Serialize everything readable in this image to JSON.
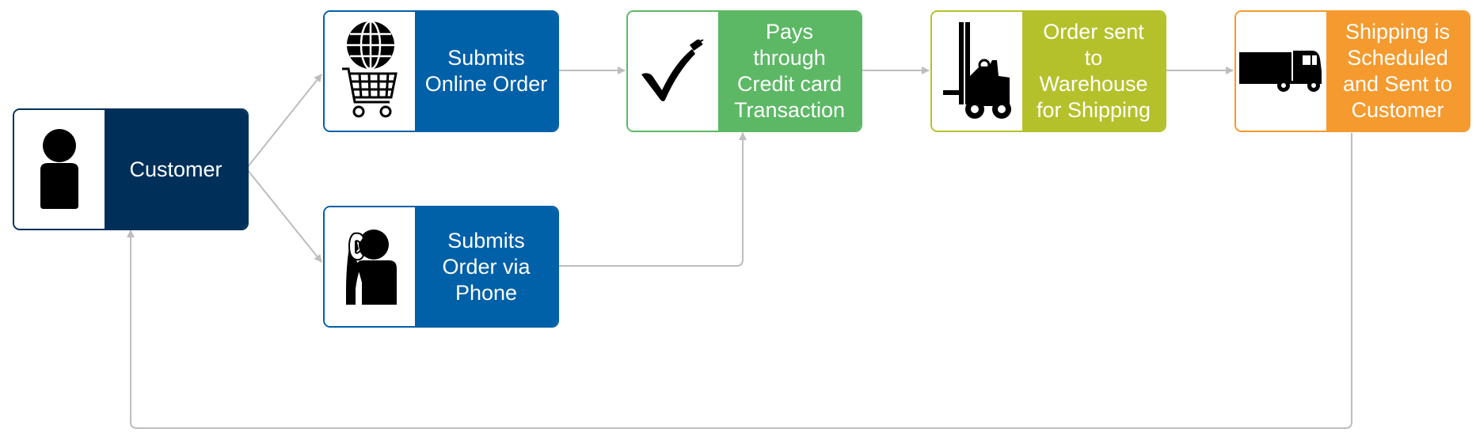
{
  "colors": {
    "navy": "#00305a",
    "blue": "#0060a8",
    "green": "#5cb865",
    "lime": "#b5c12b",
    "orange": "#f59a2e",
    "connector": "#bdbdbd",
    "icon": "#000000"
  },
  "nodes": [
    {
      "id": "customer",
      "label": "Customer",
      "icon": "person-icon",
      "color": "navy"
    },
    {
      "id": "online-order",
      "label": "Submits\nOnline Order",
      "icon": "globe-cart-icon",
      "color": "blue"
    },
    {
      "id": "phone-order",
      "label": "Submits\nOrder via\nPhone",
      "icon": "phone-person-icon",
      "color": "blue"
    },
    {
      "id": "payment",
      "label": "Pays\nthrough\nCredit card\nTransaction",
      "icon": "checkmark-icon",
      "color": "green"
    },
    {
      "id": "warehouse",
      "label": "Order sent\nto\nWarehouse\nfor Shipping",
      "icon": "forklift-icon",
      "color": "lime"
    },
    {
      "id": "shipping",
      "label": "Shipping is\nScheduled\nand Sent to\nCustomer",
      "icon": "truck-icon",
      "color": "orange"
    }
  ],
  "edges": [
    {
      "from": "customer",
      "to": "online-order"
    },
    {
      "from": "customer",
      "to": "phone-order"
    },
    {
      "from": "online-order",
      "to": "payment"
    },
    {
      "from": "phone-order",
      "to": "payment"
    },
    {
      "from": "payment",
      "to": "warehouse"
    },
    {
      "from": "warehouse",
      "to": "shipping"
    },
    {
      "from": "shipping",
      "to": "customer"
    }
  ]
}
